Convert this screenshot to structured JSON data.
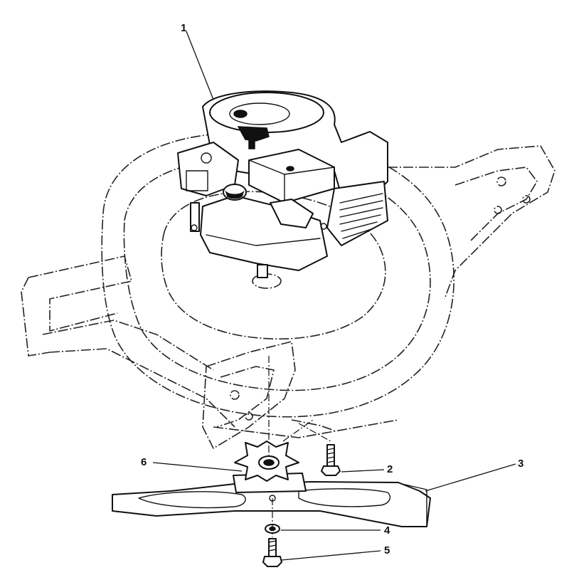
{
  "callouts": [
    {
      "id": "engine",
      "label": "1"
    },
    {
      "id": "blade-bolt-hex",
      "label": "2"
    },
    {
      "id": "blade",
      "label": "3"
    },
    {
      "id": "lock-washer",
      "label": "4"
    },
    {
      "id": "blade-bolt",
      "label": "5"
    },
    {
      "id": "blade-adapter",
      "label": "6"
    }
  ]
}
